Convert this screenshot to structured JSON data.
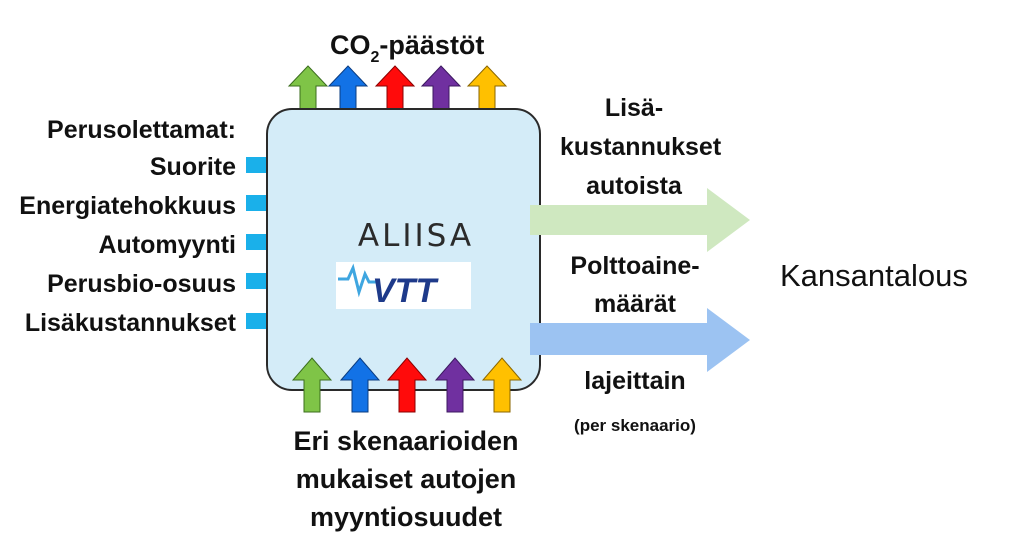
{
  "model": {
    "name": "ALIISA",
    "logo_text": "VTT"
  },
  "emissions": {
    "prefix": "CO",
    "subscript": "2",
    "suffix": "-päästöt"
  },
  "inputs": {
    "heading": "Perusolettamat:",
    "items": [
      "Suorite",
      "Energiatehokkuus",
      "Automyynti",
      "Perusbio-osuus",
      "Lisäkustannukset"
    ]
  },
  "outputs": {
    "top_label": [
      "Lisä-",
      "kustannukset",
      "autoista"
    ],
    "fuel_label": [
      "Polttoaine-",
      "määrät"
    ],
    "by_type": "lajeittain",
    "per_scenario": "(per skenaario)"
  },
  "scenario_label": [
    "Eri skenaarioiden",
    "mukaiset autojen",
    "myyntiosuudet"
  ],
  "destination": "Kansantalous",
  "colors": {
    "box_fill": "#d4ecf8",
    "input_arrow": "#1ab0ea",
    "cost_arrow": "#cfe8c0",
    "fuel_arrow": "#9cc3f2",
    "scenario_arrows": [
      "#7fc447",
      "#1272e6",
      "#ff0b0b",
      "#7030a0",
      "#ffc000"
    ],
    "logo_blue": "#1e3a8a"
  }
}
